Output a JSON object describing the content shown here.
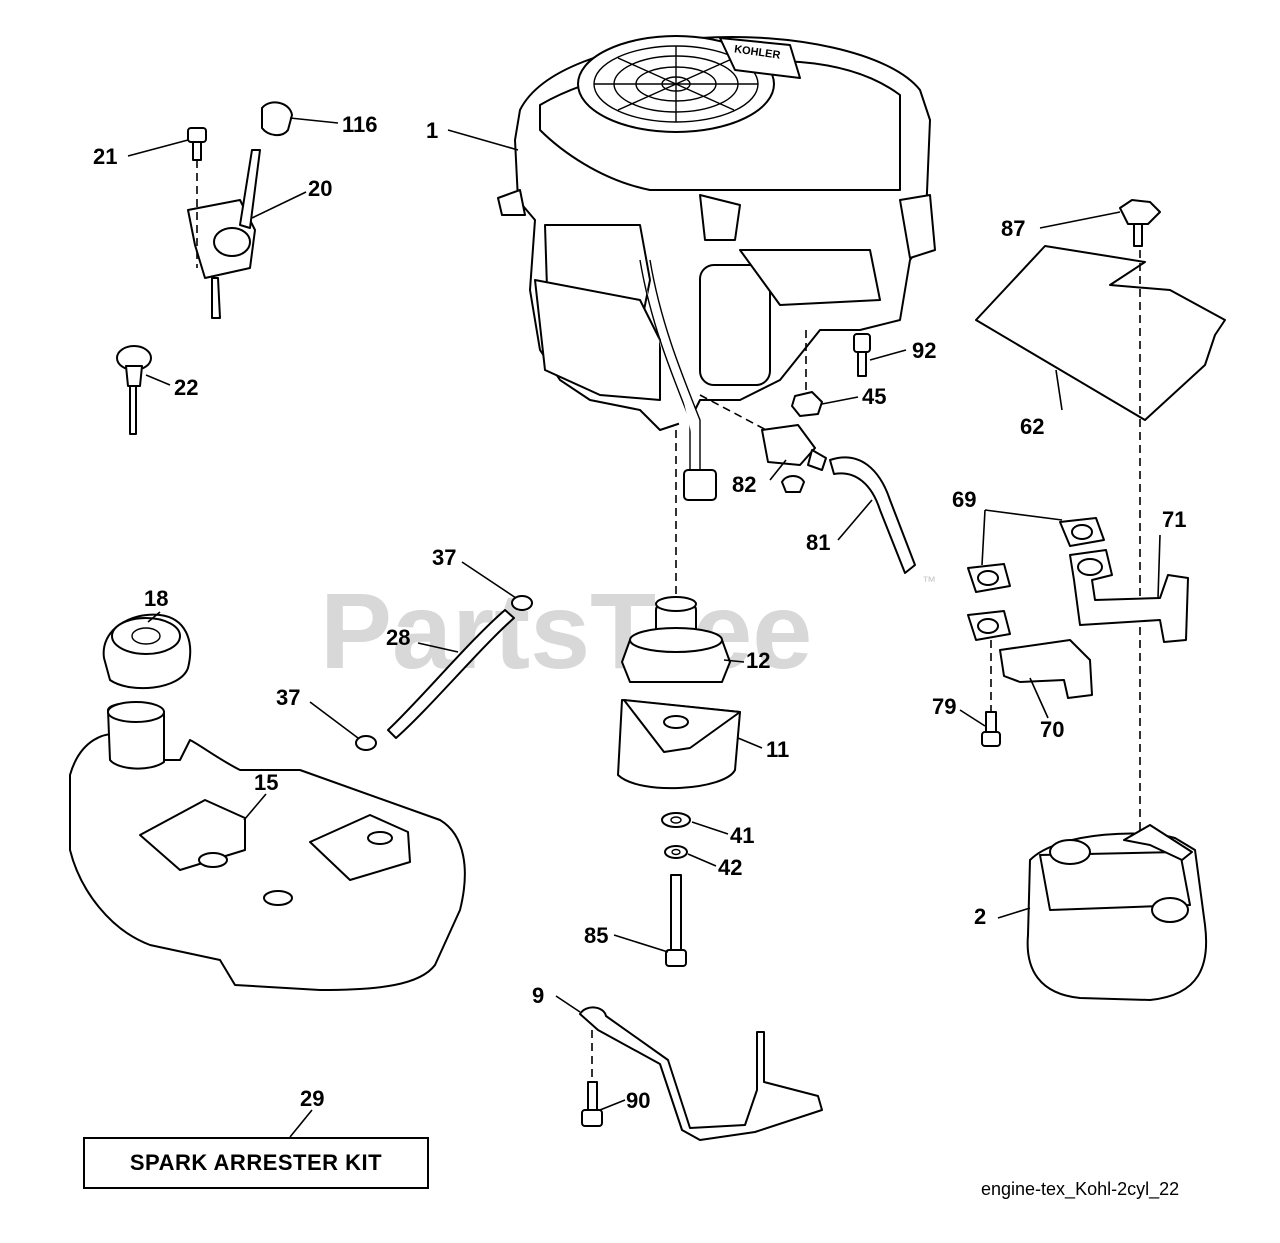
{
  "watermark": {
    "text": "PartsTree",
    "trademark": "™"
  },
  "kit_box": {
    "label": "SPARK ARRESTER KIT"
  },
  "file_code": "engine-tex_Kohl-2cyl_22",
  "engine_brand": "KOHLER",
  "callouts": {
    "c1": "1",
    "c2": "2",
    "c9": "9",
    "c11": "11",
    "c12": "12",
    "c15": "15",
    "c18": "18",
    "c20": "20",
    "c21": "21",
    "c22": "22",
    "c28": "28",
    "c29": "29",
    "c37a": "37",
    "c37b": "37",
    "c41": "41",
    "c42": "42",
    "c45": "45",
    "c62": "62",
    "c69": "69",
    "c70": "70",
    "c71": "71",
    "c79": "79",
    "c81": "81",
    "c82": "82",
    "c85": "85",
    "c87": "87",
    "c90": "90",
    "c92": "92",
    "c116": "116"
  }
}
